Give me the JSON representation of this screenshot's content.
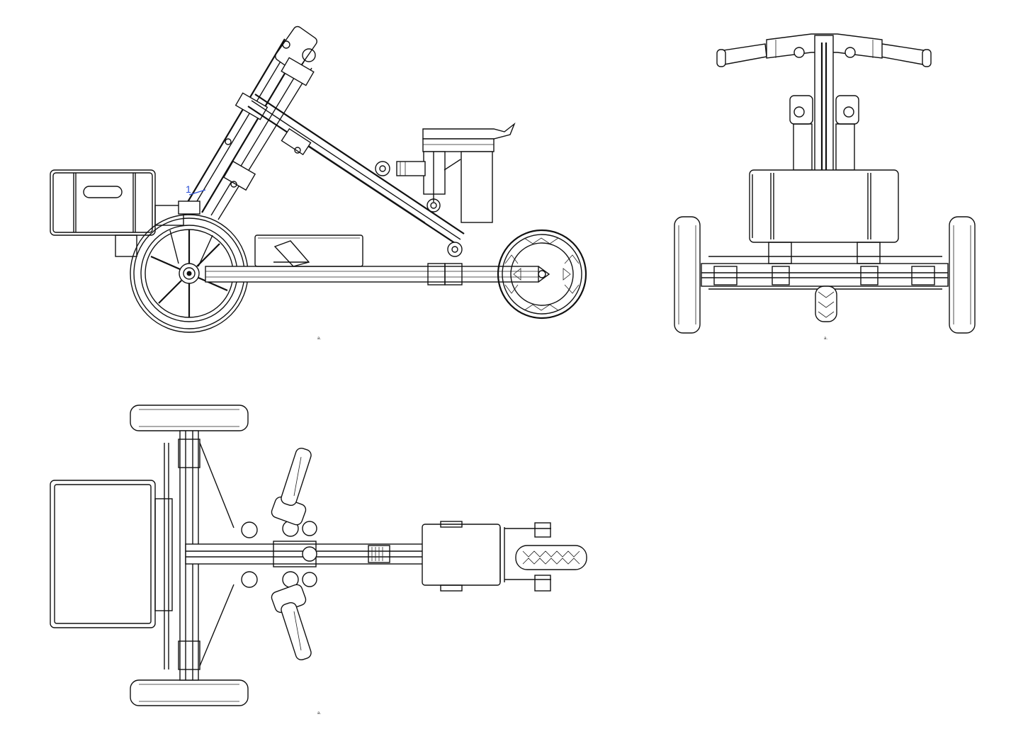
{
  "views": {
    "side": {
      "caption": "a."
    },
    "front": {
      "caption": "a."
    },
    "top": {
      "caption": "a."
    }
  },
  "annotations": {
    "callout_1": "1"
  },
  "colors": {
    "line": "#111111",
    "callout": "#2a4fd6",
    "background": "#ffffff"
  }
}
